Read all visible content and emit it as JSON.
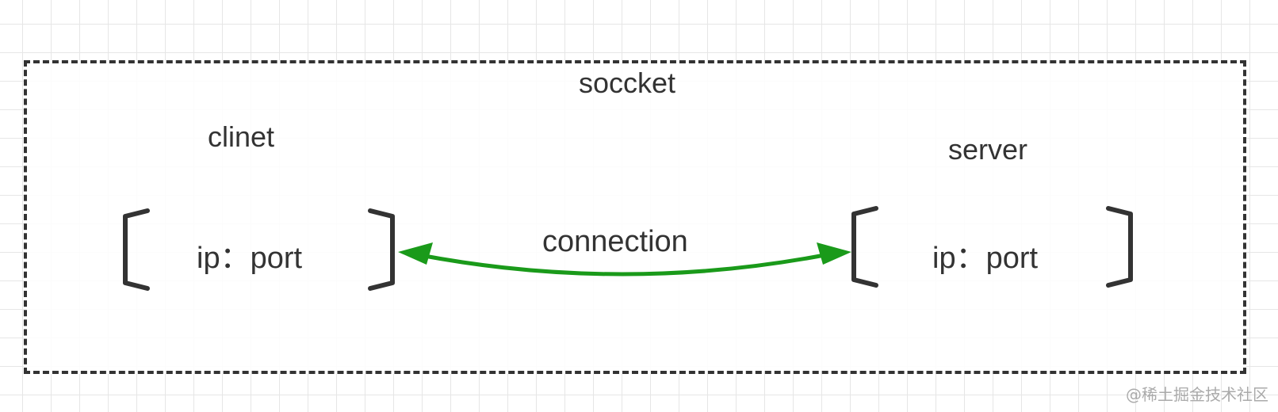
{
  "diagram": {
    "container_label": "soccket",
    "client": {
      "label": "clinet",
      "address": "ip：port"
    },
    "server": {
      "label": "server",
      "address": "ip：port"
    },
    "connection": {
      "label": "connection",
      "color": "#1a9a1a",
      "direction": "bidirectional"
    },
    "border_color": "#333333"
  },
  "watermark": "@稀土掘金技术社区"
}
